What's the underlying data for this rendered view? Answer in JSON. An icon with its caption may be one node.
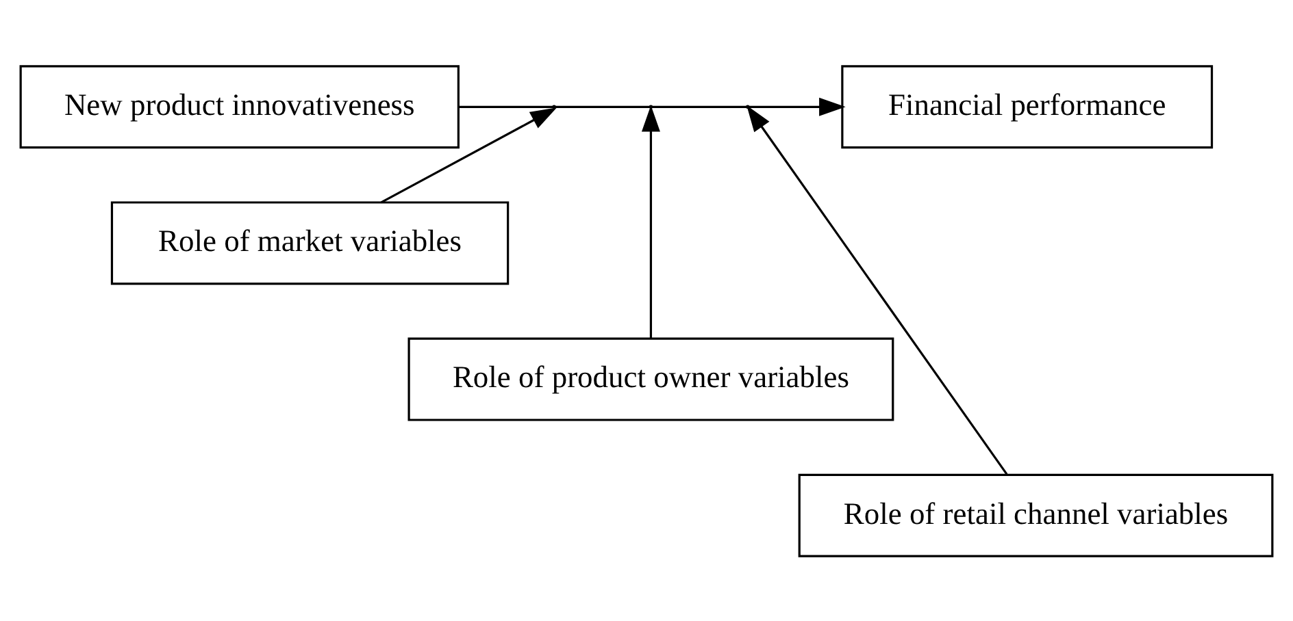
{
  "diagram": {
    "nodes": [
      {
        "text": [
          "New product innovativeness"
        ]
      },
      {
        "text": [
          "Financial performance"
        ]
      },
      {
        "text": [
          "Role of market variables"
        ]
      },
      {
        "text": [
          "Role of product owner variables"
        ]
      },
      {
        "text": [
          "Role of retail channel variables"
        ]
      }
    ],
    "edges": [
      {
        "from": 0,
        "to": 1,
        "arrow": "to"
      },
      {
        "from": 2,
        "to": null,
        "arrow": "to"
      },
      {
        "from": 3,
        "to": null,
        "arrow": "to"
      },
      {
        "from": 4,
        "to": null,
        "arrow": "to"
      }
    ]
  }
}
